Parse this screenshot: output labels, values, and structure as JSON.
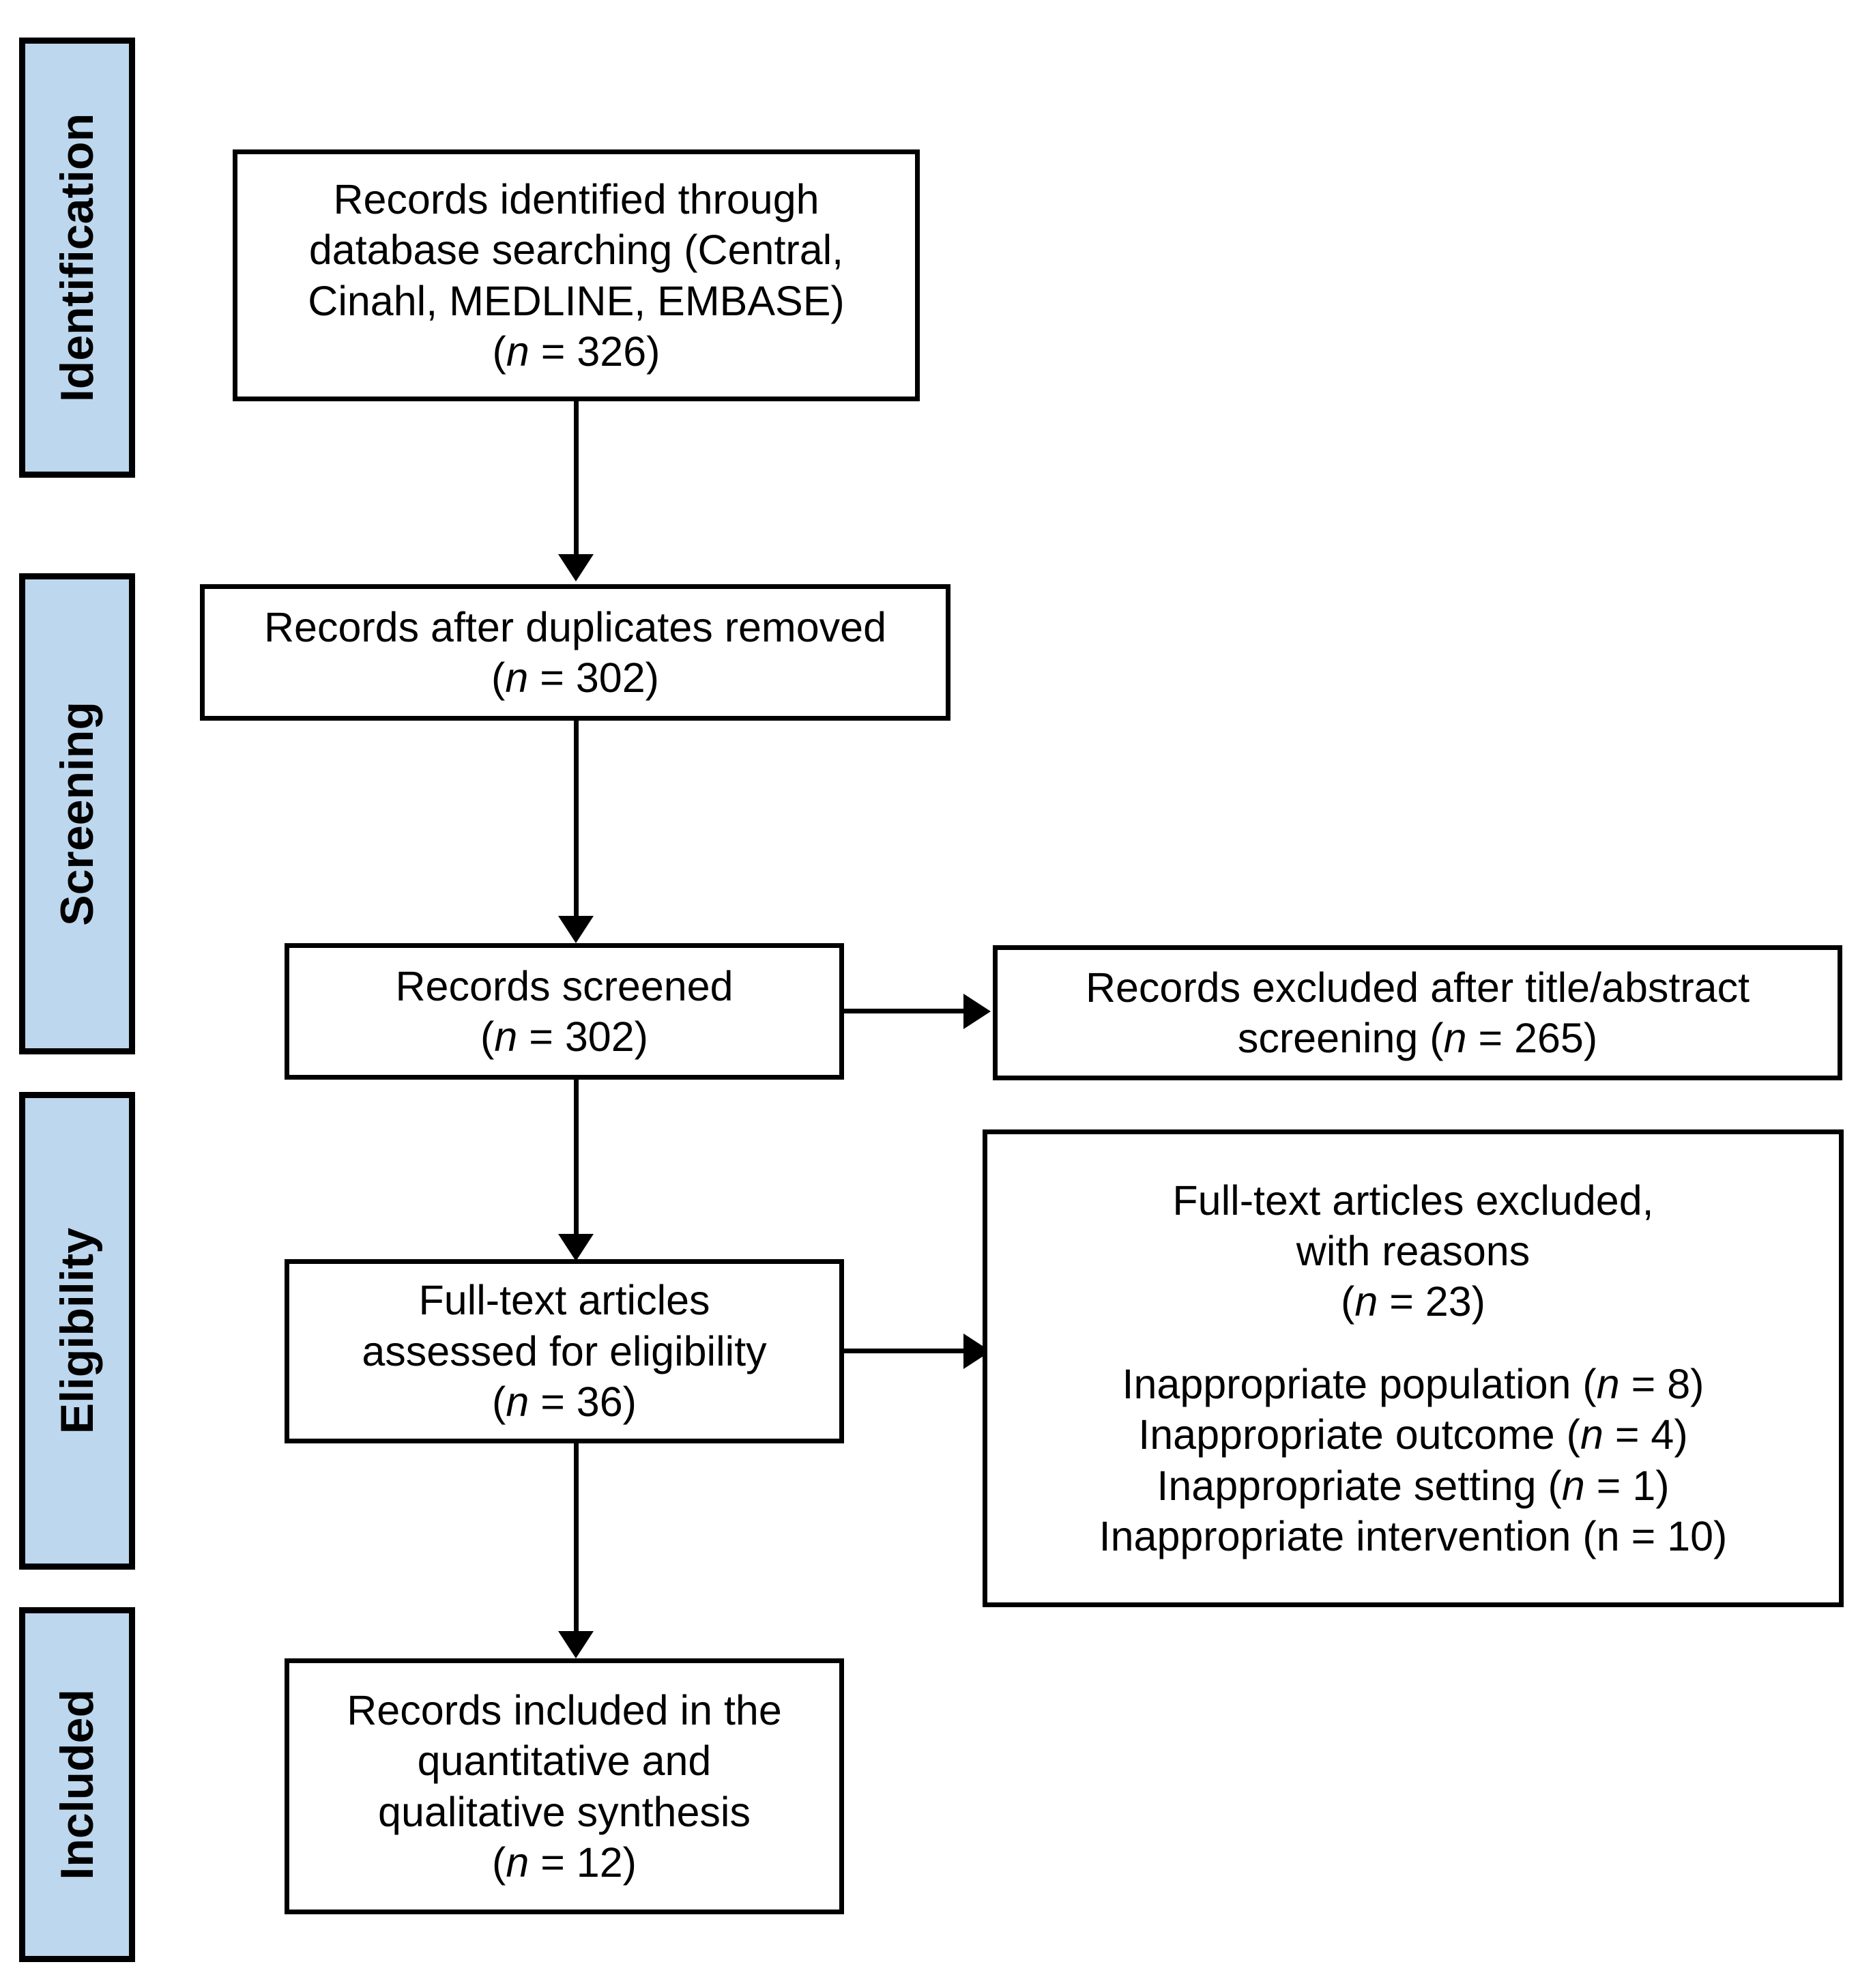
{
  "diagram": {
    "title": "PRISMA flow diagram",
    "accent_color": "#bdd7ee",
    "line_color": "#000000",
    "background_color": "#ffffff"
  },
  "stages": [
    {
      "label": "Identification"
    },
    {
      "label": "Screening"
    },
    {
      "label": "Eligibility"
    },
    {
      "label": "Included"
    }
  ],
  "boxes": {
    "identified": {
      "lines": [
        "Records identified through",
        "database searching (Central,",
        "Cinahl, MEDLINE, EMBASE)"
      ],
      "count_prefix": "(",
      "count_var": "n",
      "count_eq": " = ",
      "count_value": "326",
      "count_suffix": ")"
    },
    "duplicates_removed": {
      "lines": [
        "Records after duplicates removed"
      ],
      "count_prefix": "(",
      "count_var": "n",
      "count_eq": " = ",
      "count_value": "302",
      "count_suffix": ")"
    },
    "screened": {
      "lines": [
        "Records screened"
      ],
      "count_prefix": "(",
      "count_var": "n",
      "count_eq": " = ",
      "count_value": "302",
      "count_suffix": ")"
    },
    "excluded_screening": {
      "line1": "Records excluded after title/abstract",
      "line2_pre": "screening (",
      "line2_var": "n",
      "line2_eq": " = ",
      "line2_value": "265",
      "line2_suffix": ")"
    },
    "fulltext_assessed": {
      "lines": [
        "Full-text articles",
        "assessed for eligibility"
      ],
      "count_prefix": "(",
      "count_var": "n",
      "count_eq": " = ",
      "count_value": "36",
      "count_suffix": ")"
    },
    "fulltext_excluded": {
      "lines": [
        "Full-text articles excluded,",
        "with reasons"
      ],
      "count_prefix": "(",
      "count_var": "n",
      "count_eq": " = ",
      "count_value": "23",
      "count_suffix": ")",
      "reasons": [
        {
          "label": "Inappropriate population (",
          "var": "n",
          "var_italic": true,
          "eq": " = ",
          "value": "8",
          "suffix": ")"
        },
        {
          "label": "Inappropriate outcome (",
          "var": "n",
          "var_italic": true,
          "eq": " = ",
          "value": "4",
          "suffix": ")"
        },
        {
          "label": "Inappropriate setting (",
          "var": "n",
          "var_italic": true,
          "eq": " = ",
          "value": "1",
          "suffix": ")"
        },
        {
          "label": "Inappropriate intervention (",
          "var": "n",
          "var_italic": false,
          "eq": " = ",
          "value": "10",
          "suffix": ")"
        }
      ]
    },
    "included": {
      "lines": [
        "Records included in the",
        "quantitative and",
        "qualitative synthesis"
      ],
      "count_prefix": "(",
      "count_var": "n",
      "count_eq": " = ",
      "count_value": "12",
      "count_suffix": ")"
    }
  }
}
